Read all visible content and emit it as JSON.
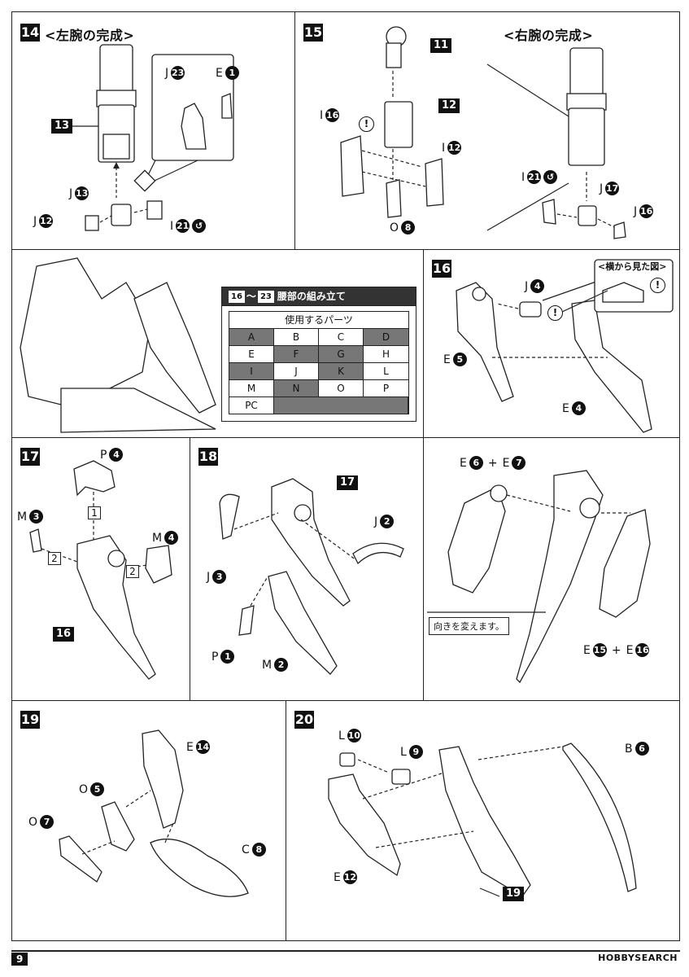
{
  "page_number": "9",
  "watermark": "HOBBYSEARCH",
  "steps": {
    "s14": {
      "num": "14",
      "title": "<左腕の完成>",
      "labels": {
        "part13": "13",
        "j23_letter": "J",
        "j23": "23",
        "e1_letter": "E",
        "e1": "1",
        "j13_letter": "J",
        "j13": "13",
        "j12_letter": "J",
        "j12": "12",
        "i21_letter": "I",
        "i21": "21"
      }
    },
    "s15": {
      "num": "15",
      "title": "<右腕の完成>",
      "labels": {
        "p11": "11",
        "p12": "12",
        "i16_letter": "I",
        "i16": "16",
        "i12_letter": "I",
        "i12": "12",
        "o8_letter": "O",
        "o8": "8",
        "i21_letter": "I",
        "i21": "21",
        "j17_letter": "J",
        "j17": "17",
        "j16_letter": "J",
        "j16": "16",
        "warn": "!"
      }
    },
    "s16": {
      "num": "16",
      "side_view": "<横から見た図>",
      "labels": {
        "j4_letter": "J",
        "j4": "4",
        "e5_letter": "E",
        "e5": "5",
        "e4_letter": "E",
        "e4": "4",
        "warn": "!"
      }
    },
    "s17": {
      "num": "17",
      "labels": {
        "p4_letter": "P",
        "p4": "4",
        "m3_letter": "M",
        "m3": "3",
        "m4_letter": "M",
        "m4": "4",
        "ref16": "16",
        "b1": "1",
        "b2a": "2",
        "b2b": "2"
      }
    },
    "s18": {
      "num": "18",
      "labels": {
        "ref17": "17",
        "j2_letter": "J",
        "j2": "2",
        "j3_letter": "J",
        "j3": "3",
        "p1_letter": "P",
        "p1": "1",
        "m2_letter": "M",
        "m2": "2"
      }
    },
    "s18b": {
      "note": "向きを変えます。",
      "labels": {
        "e6_letter": "E",
        "e6": "6",
        "plus1": "+",
        "e7_letter": "E",
        "e7": "7",
        "e15_letter": "E",
        "e15": "15",
        "plus2": "+",
        "e16_letter": "E",
        "e16": "16"
      }
    },
    "s19": {
      "num": "19",
      "labels": {
        "e14_letter": "E",
        "e14": "14",
        "o5_letter": "O",
        "o5": "5",
        "o7_letter": "O",
        "o7": "7",
        "c8_letter": "C",
        "c8": "8"
      }
    },
    "s20": {
      "num": "20",
      "labels": {
        "l10_letter": "L",
        "l10": "10",
        "l9_letter": "L",
        "l9": "9",
        "b6_letter": "B",
        "b6": "6",
        "e12_letter": "E",
        "e12": "12",
        "ref19": "19"
      }
    }
  },
  "parts_table": {
    "header_from": "16",
    "header_tilde": "～",
    "header_to": "23",
    "header_text": "腰部の組み立て",
    "subheader": "使用するパーツ",
    "cells": [
      {
        "t": "A",
        "shaded": true
      },
      {
        "t": "B",
        "shaded": false
      },
      {
        "t": "C",
        "shaded": false
      },
      {
        "t": "D",
        "shaded": true
      },
      {
        "t": "E",
        "shaded": false
      },
      {
        "t": "F",
        "shaded": true
      },
      {
        "t": "G",
        "shaded": true
      },
      {
        "t": "H",
        "shaded": false
      },
      {
        "t": "I",
        "shaded": true
      },
      {
        "t": "J",
        "shaded": false
      },
      {
        "t": "K",
        "shaded": true
      },
      {
        "t": "L",
        "shaded": false
      },
      {
        "t": "M",
        "shaded": false
      },
      {
        "t": "N",
        "shaded": true
      },
      {
        "t": "O",
        "shaded": false
      },
      {
        "t": "P",
        "shaded": false
      },
      {
        "t": "PC",
        "shaded": false
      }
    ]
  }
}
